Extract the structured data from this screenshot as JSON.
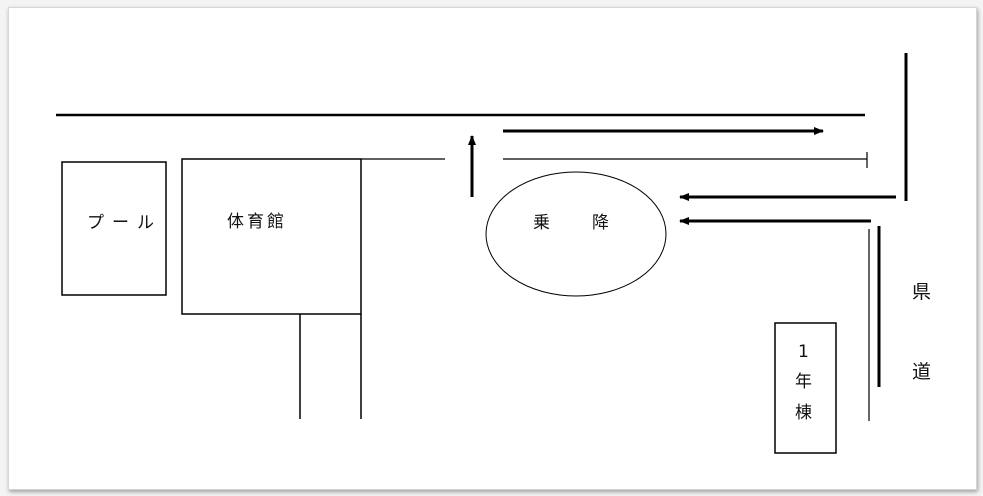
{
  "labels": {
    "pool": "プール",
    "gym": "体育館",
    "dropoff_1": "乗",
    "dropoff_2": "降",
    "prefectural_road_1": "県",
    "prefectural_road_2": "道",
    "building_1": "1",
    "building_2": "年",
    "building_3": "棟"
  }
}
